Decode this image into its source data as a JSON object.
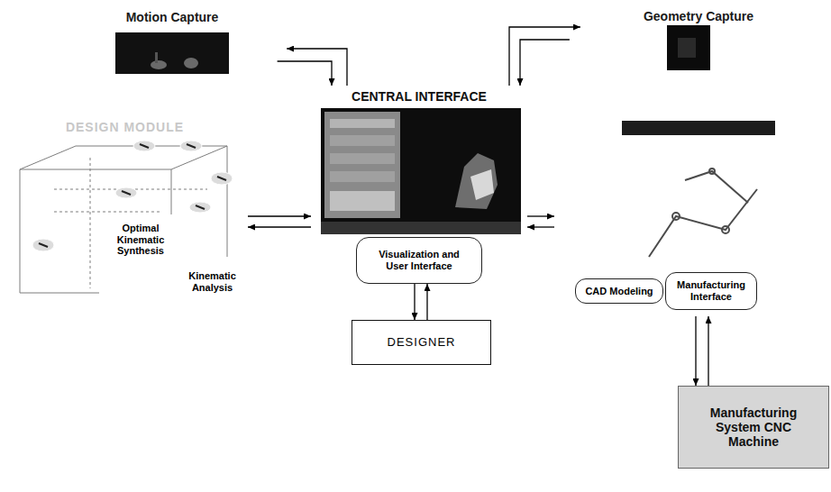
{
  "diagram": {
    "nodes": [
      {
        "text": [
          "Motion Capture"
        ]
      },
      {
        "text": [
          "Geometry Capture"
        ]
      },
      {
        "text": [
          "DESIGN MODULE"
        ]
      },
      {
        "text": [
          "Optimal Kinematic Synthesis"
        ],
        "in": 2
      },
      {
        "text": [
          "Kinematic Analysis"
        ],
        "in": 2
      },
      {
        "text": [
          "CENTRAL INTERFACE"
        ]
      },
      {
        "text": [
          "Visualization and User Interface"
        ],
        "in": 5
      },
      {
        "text": []
      },
      {
        "text": [
          "CAD Modeling"
        ],
        "in": 7
      },
      {
        "text": [
          "Manufacturing Interface"
        ],
        "in": 7
      },
      {
        "text": [
          "DESIGNER"
        ]
      },
      {
        "text": [
          "Manufacturing System CNC Machine"
        ]
      }
    ],
    "edges": [
      {
        "from": 0,
        "to": 5,
        "arrow": "to"
      },
      {
        "from": 5,
        "to": 0,
        "arrow": "to"
      },
      {
        "from": 5,
        "to": 1,
        "arrow": "to"
      },
      {
        "from": 1,
        "to": 5,
        "arrow": "to"
      },
      {
        "from": 2,
        "to": 5,
        "arrow": "to"
      },
      {
        "from": 5,
        "to": 2,
        "arrow": "to"
      },
      {
        "from": 5,
        "to": 7,
        "arrow": "to"
      },
      {
        "from": 7,
        "to": 5,
        "arrow": "to"
      },
      {
        "from": 6,
        "to": 10,
        "arrow": "to"
      },
      {
        "from": 10,
        "to": 6,
        "arrow": "to"
      },
      {
        "from": 7,
        "to": 11,
        "arrow": "to"
      },
      {
        "from": 11,
        "to": 7,
        "arrow": "to"
      }
    ]
  }
}
